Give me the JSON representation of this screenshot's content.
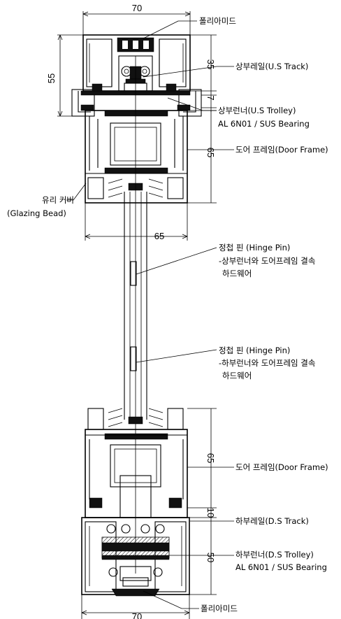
{
  "dimensions": {
    "top_width": "70",
    "top_height": "55",
    "top_rail": "35",
    "top_gap": "7",
    "upper_frame": "65",
    "middle_width": "65",
    "lower_frame": "65",
    "lower_gap": "10",
    "bottom_rail": "50",
    "bottom_width": "70"
  },
  "callouts": {
    "polyamide_top": "폴리아미드",
    "upper_track": "상부레일(U.S Track)",
    "upper_trolley_1": "상부런너(U.S Trolley)",
    "upper_trolley_2": "AL 6N01 / SUS Bearing",
    "door_frame_upper": "도어 프레임(Door Frame)",
    "glazing_bead_1": "유리 커버",
    "glazing_bead_2": "(Glazing Bead)",
    "hinge_pin_upper_1": "정첩 핀 (Hinge Pin)",
    "hinge_pin_upper_2": "-상부런너와 도어프레임 결속",
    "hinge_pin_upper_3": "하드웨어",
    "hinge_pin_lower_1": "정첩 핀 (Hinge Pin)",
    "hinge_pin_lower_2": "-하부런너와 도어프레임 결속",
    "hinge_pin_lower_3": "하드웨어",
    "door_frame_lower": "도어 프레임(Door Frame)",
    "lower_track": "하부레일(D.S Track)",
    "lower_trolley_1": "하부런너(D.S Trolley)",
    "lower_trolley_2": "AL 6N01 / SUS Bearing",
    "polyamide_bottom": "폴리아미드"
  }
}
